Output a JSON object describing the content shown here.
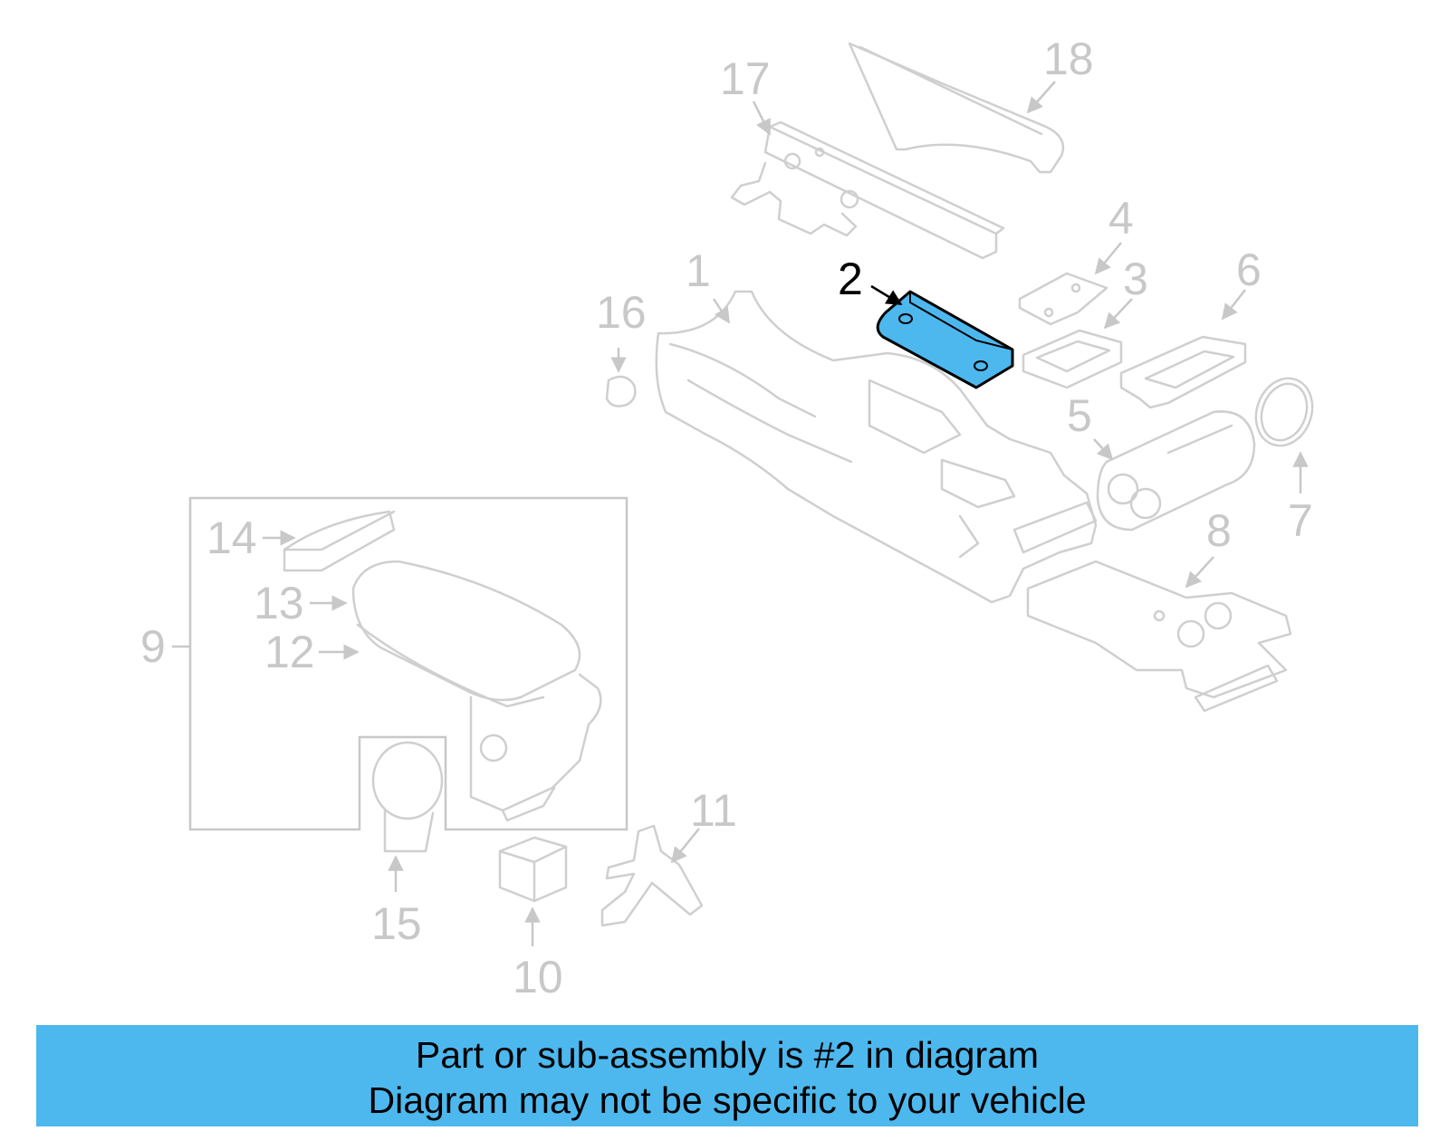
{
  "highlight_color": "#4db8ee",
  "line_color": "#cfcfcf",
  "callout_color": "#c8c8c8",
  "diagram": {
    "highlighted_part": "2",
    "callouts": [
      "1",
      "2",
      "3",
      "4",
      "5",
      "6",
      "7",
      "8",
      "9",
      "10",
      "11",
      "12",
      "13",
      "14",
      "15",
      "16",
      "17",
      "18"
    ],
    "labels": {
      "c1": "1",
      "c2": "2",
      "c3": "3",
      "c4": "4",
      "c5": "5",
      "c6": "6",
      "c7": "7",
      "c8": "8",
      "c9": "9",
      "c10": "10",
      "c11": "11",
      "c12": "12",
      "c13": "13",
      "c14": "14",
      "c15": "15",
      "c16": "16",
      "c17": "17",
      "c18": "18"
    }
  },
  "banner": {
    "line1": "Part or sub-assembly is #2 in diagram",
    "line2": "Diagram may not be specific to your vehicle"
  }
}
